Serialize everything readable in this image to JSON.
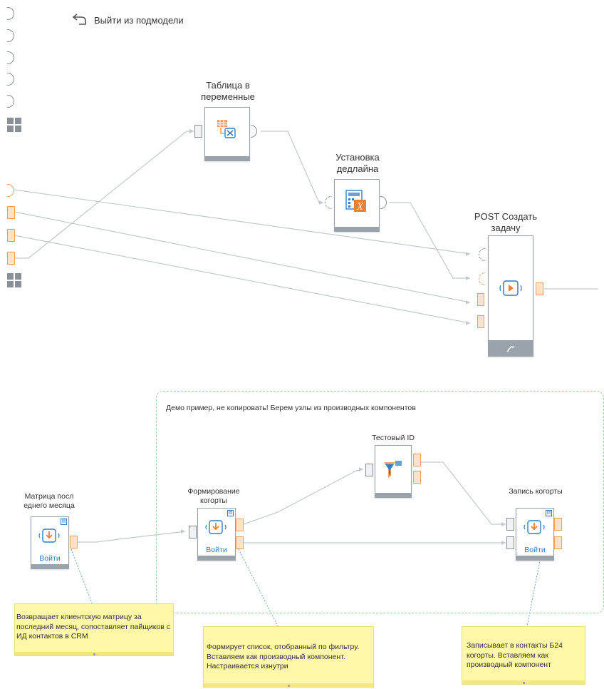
{
  "toolbar": {
    "exit_label": "Выйти из подмодели"
  },
  "nodes": {
    "table_to_vars": {
      "label": "Таблица в переменные"
    },
    "set_deadline": {
      "label": "Установка дедлайна"
    },
    "post_task": {
      "label": "POST Создать задачу"
    },
    "test_id": {
      "label": "Тестовый ID"
    },
    "matrix": {
      "label": "Матрица посл еднего месяца",
      "button": "Войти"
    },
    "cohort_form": {
      "label": "Формирование когорты",
      "button": "Войти"
    },
    "cohort_write": {
      "label": "Запись когорты",
      "button": "Войти"
    }
  },
  "group": {
    "title": "Демо пример, не копировать! Берем узлы из производных компонентов"
  },
  "notes": {
    "matrix": "Возвращает клиентскую матрицу за последний месяц, сопоставляет пайщиков с ИД контактов в CRM",
    "cohort_form": "Формирует список, отобранный по фильтру. Вставляем как производный компонент. Настраивается изнутри",
    "cohort_write": "Записывает в контакты Б24 когорты. Вставляем как производный компонент"
  },
  "colors": {
    "accent_blue": "#2f7fc6",
    "port_orange": "#f0a060",
    "note_yellow": "#fff8a8",
    "group_green": "#9fd39f"
  },
  "icons": [
    "exit-icon",
    "table-to-variables-icon",
    "calculator-variable-icon",
    "play-icon",
    "filter-icon",
    "submodel-enter-icon",
    "chain-link-icon"
  ]
}
